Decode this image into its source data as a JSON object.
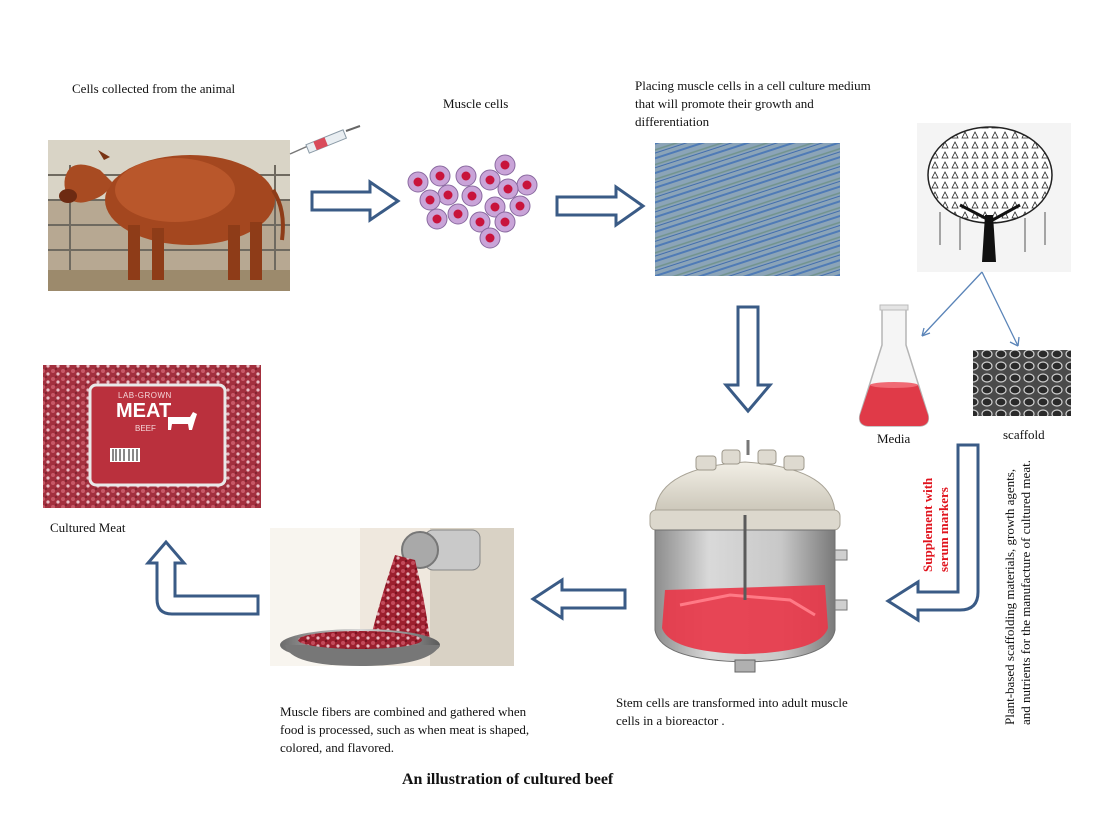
{
  "labels": {
    "cells_collected": "Cells collected from  the animal",
    "muscle_cells": "Muscle cells",
    "placing_medium": "Placing muscle cells in a cell culture medium  that will promote their growth and differentiation",
    "media": "Media",
    "scaffold": "scaffold",
    "supplement_line1": "Supplement with",
    "supplement_line2": "serum markers",
    "plant_based": "Plant-based scaffolding materials,  growth agents, and nutrients for the manufacture of cultured meat.",
    "cultured_meat": "Cultured Meat",
    "muscle_fibers": "Muscle fibers are combined and gathered when food is processed, such as when meat is shaped, colored, and flavored.",
    "stem_cells": "Stem cells are transformed into adult muscle cells in a bioreactor .",
    "title": "An illustration  of cultured  beef"
  },
  "package": {
    "line1": "LAB-GROWN",
    "line2": "MEAT",
    "line3": "BEEF"
  },
  "colors": {
    "arrow_stroke": "#3a5b86",
    "cell_outer": "#c9a4d8",
    "cell_nucleus": "#c8143c",
    "medium_blue": "#5f86b8",
    "flask_liquid": "#e03a48",
    "bioreactor_liquid": "#e8384a",
    "supplement_text": "#e0141e"
  }
}
